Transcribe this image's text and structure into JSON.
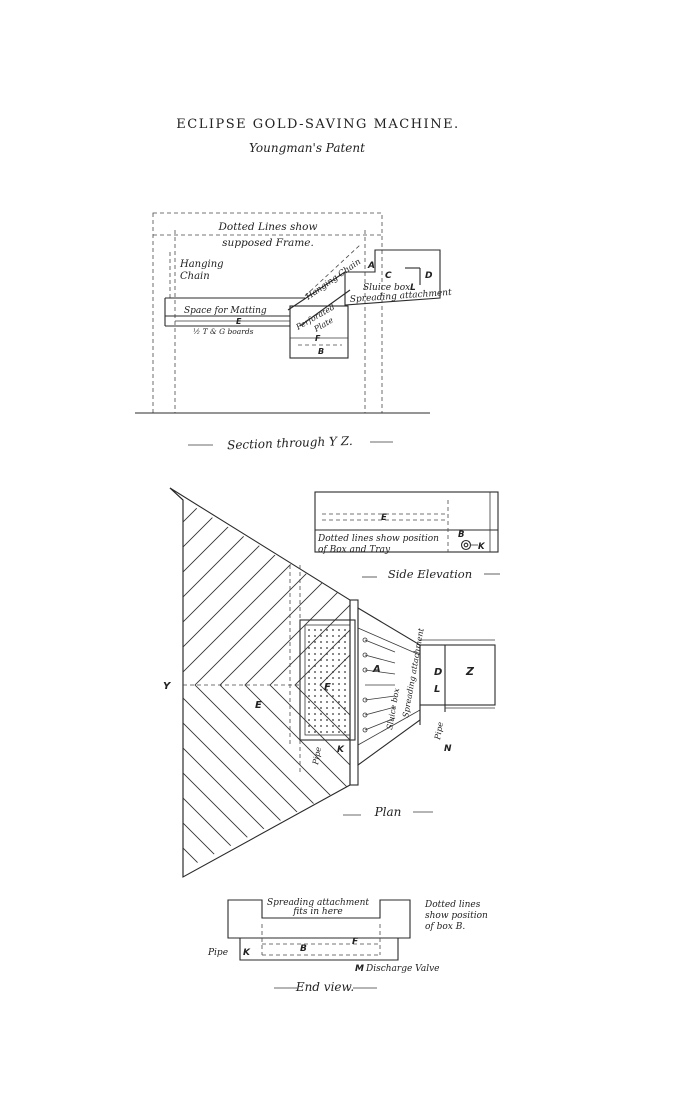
{
  "title": "ECLIPSE GOLD-SAVING MACHINE.",
  "subtitle": "Youngman's Patent",
  "section": {
    "caption": "Section through Y Z.",
    "notes": {
      "dotted_lines_1": "Dotted Lines show",
      "dotted_lines_2": "supposed Frame.",
      "hanging_chain_left_1": "Hanging",
      "hanging_chain_left_2": "Chain",
      "hanging_chain_right": "Hanging Chain",
      "sluice_box": "Sluice box",
      "spreading": "Spreading attachment",
      "matting": "Space for Matting",
      "boards": "½ T & G boards",
      "perforated_1": "Perforated",
      "perforated_2": "Plate"
    },
    "letters": {
      "A": "A",
      "C": "C",
      "D": "D",
      "L": "L",
      "E": "E",
      "F": "F",
      "B": "B"
    }
  },
  "side_elevation": {
    "caption": "Side Elevation",
    "note_1": "Dotted lines show position",
    "note_2": "of Box and Tray",
    "letters": {
      "E": "E",
      "B": "B",
      "K": "K"
    }
  },
  "plan": {
    "caption": "Plan",
    "letters": {
      "Y": "Y",
      "E": "E",
      "F": "F",
      "A": "A",
      "K": "K",
      "D": "D",
      "L": "L",
      "Z": "Z",
      "N": "N"
    },
    "pipe_left": "Pipe",
    "pipe_right": "Pipe",
    "sluice": "Sluice box",
    "spreading": "Spreading attachment"
  },
  "end_view": {
    "caption": "End view.",
    "spreading_1": "Spreading attachment",
    "spreading_2": "fits in here",
    "dotted_1": "Dotted lines",
    "dotted_2": "show position",
    "dotted_3": "of box B.",
    "pipe": "Pipe",
    "discharge": "Discharge Valve",
    "letters": {
      "K": "K",
      "F": "F",
      "B": "B",
      "M": "M"
    }
  }
}
